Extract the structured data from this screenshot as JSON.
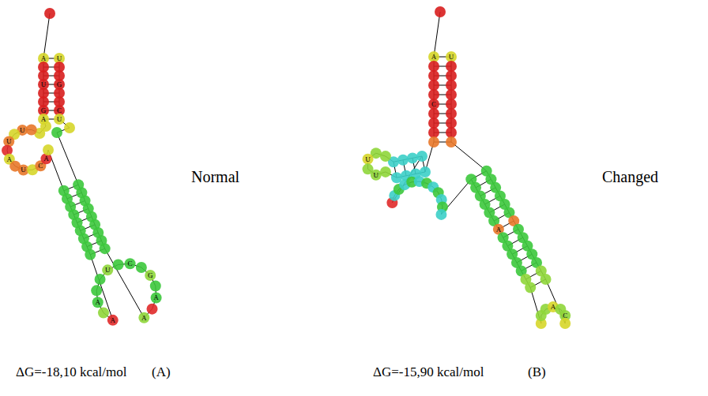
{
  "diagram": {
    "labels": [
      "Normal",
      "Changed",
      "ΔG=-18,10 kcal/mol",
      "(A)",
      "ΔG=-15,90 kcal/mol",
      "(B)",
      "A",
      "U",
      "U",
      "G",
      "G",
      "C",
      "A",
      "U",
      "U",
      "U",
      "A",
      "U",
      "C",
      "A",
      "A",
      "A",
      "U",
      "C",
      "G",
      "A",
      "A",
      "A",
      "U",
      "U",
      "U",
      "C",
      "A",
      "A",
      "C"
    ]
  }
}
